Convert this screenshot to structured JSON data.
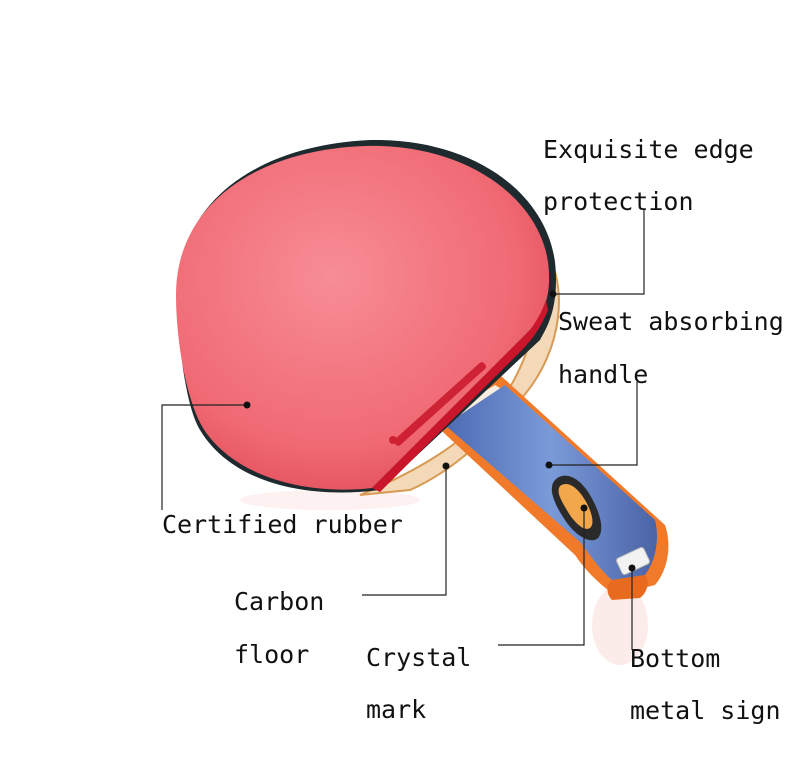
{
  "colors": {
    "rubber": "#f1737a",
    "rubber_edge": "#c9162a",
    "edge_tape": "#1e2a2e",
    "handle_blue": "#5e7fc8",
    "handle_orange": "#f07a2a",
    "wood": "#f3e6d6",
    "leader_line": "#222222"
  },
  "labels": {
    "edge_protection_line1": "Exquisite edge",
    "edge_protection_line2": "protection",
    "sweat_handle_line1": "Sweat absorbing",
    "sweat_handle_line2": "handle",
    "certified_rubber": "Certified rubber",
    "carbon_floor_line1": "Carbon",
    "carbon_floor_line2": "floor",
    "crystal_mark_line1": "Crystal",
    "crystal_mark_line2": "mark",
    "bottom_metal_line1": "Bottom",
    "bottom_metal_line2": "metal sign"
  },
  "icons": [
    "table-tennis-paddle-icon"
  ]
}
